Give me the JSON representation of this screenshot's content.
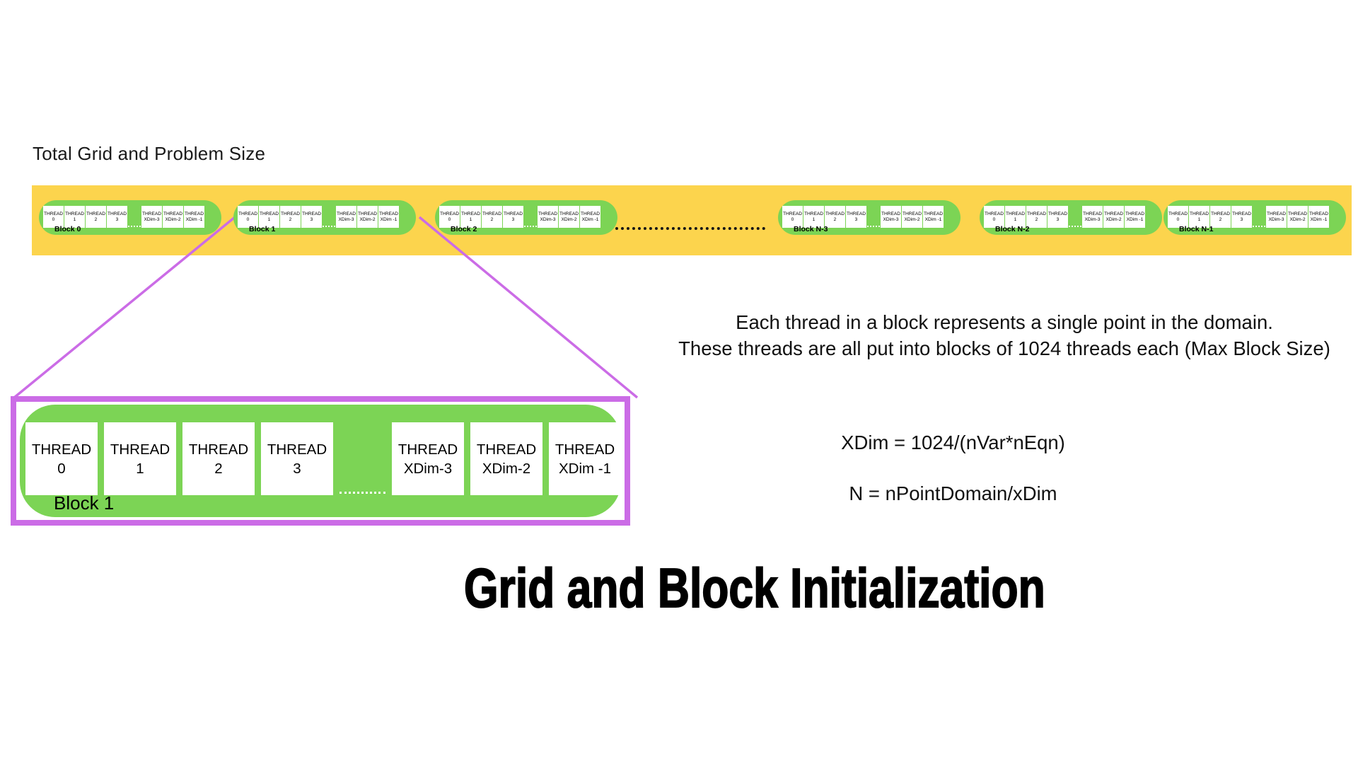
{
  "titles": {
    "band_title": "Total Grid and Problem Size",
    "main_title": "Grid and Block Initialization"
  },
  "colors": {
    "band_yellow": "#FCD44D",
    "block_green": "#7CD455",
    "accent_purple": "#CB6CE6",
    "cell_white": "#FFFFFF",
    "text_black": "#000000"
  },
  "thread_cells": [
    {
      "line1": "THREAD",
      "line2": "0"
    },
    {
      "line1": "THREAD",
      "line2": "1"
    },
    {
      "line1": "THREAD",
      "line2": "2"
    },
    {
      "line1": "THREAD",
      "line2": "3"
    },
    {
      "line1": "THREAD",
      "line2": "XDim-3"
    },
    {
      "line1": "THREAD",
      "line2": "XDim-2"
    },
    {
      "line1": "THREAD",
      "line2": "XDim -1"
    }
  ],
  "grid": {
    "blocks": [
      {
        "label": "Block 0"
      },
      {
        "label": "Block 1"
      },
      {
        "label": "Block 2"
      },
      {
        "label": "Block N-3"
      },
      {
        "label": "Block N-2"
      },
      {
        "label": "Block N-1"
      }
    ]
  },
  "zoom_block": {
    "label": "Block 1"
  },
  "notes": {
    "line1": "Each thread in a block represents a single point in the domain.",
    "line2": "These threads are all put into blocks of 1024 threads each (Max Block Size)"
  },
  "formulas": {
    "xdim": "XDim = 1024/(nVar*nEqn)",
    "n": "N = nPointDomain/xDim"
  }
}
